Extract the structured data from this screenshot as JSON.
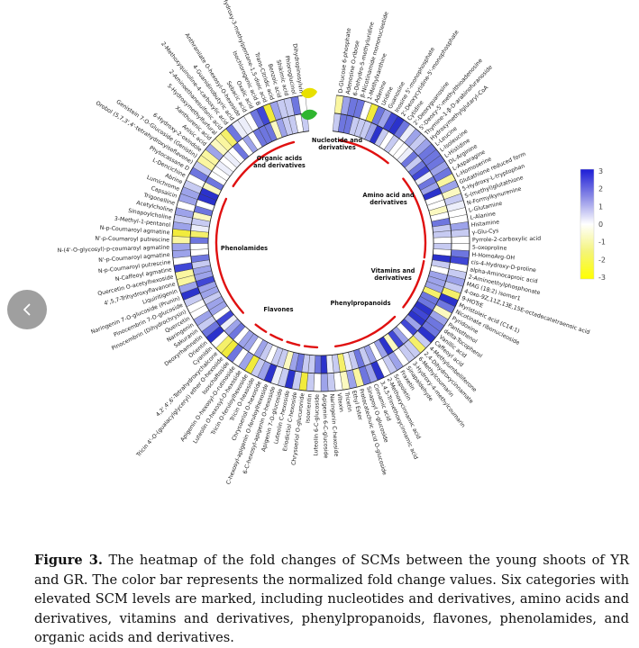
{
  "caption": {
    "label": "Figure 3.",
    "text": " The heatmap of the fold changes of SCMs between the young shoots of YR and GR. The color bar represents the normalized fold change values. Six categories with elevated SCM levels are marked, including nucleotides and derivatives, amino acids and derivatives, vitamins and derivatives, phenylpropanoids, flavones, phenolamides, and organic acids and derivatives."
  },
  "colorbar": {
    "ticks": [
      "3",
      "2",
      "1",
      "0",
      "-1",
      "-2",
      "-3"
    ],
    "colors": [
      "#1c1cd6",
      "#8a8ae6",
      "#ffffff",
      "#f4f47a",
      "#ffff00"
    ]
  },
  "legend_icons": {
    "yellow_leaf": "#e8e000",
    "green_leaf": "#2fb52f"
  },
  "categories": [
    {
      "label_lines": [
        "Nucleotide and",
        "derivatives"
      ]
    },
    {
      "label_lines": [
        "Amino acid and",
        "derivatives"
      ]
    },
    {
      "label_lines": [
        "Vitamins and",
        "derivatives"
      ]
    },
    {
      "label_lines": [
        "Phenylpropanoids"
      ]
    },
    {
      "label_lines": [
        "Flavones"
      ]
    },
    {
      "label_lines": [
        "Phenolamides"
      ]
    },
    {
      "label_lines": [
        "Organic acids",
        "and derivatives"
      ]
    }
  ],
  "metabolites": [
    "D-Glucose 6-phosphate",
    "Adenosine O-ribose",
    "6-Dehydro-5-methyluridine",
    "β-Nicotinamide mononucleotide",
    "1-Methylxanthine",
    "Adenine",
    "Uridine",
    "Guanosine",
    "Inosine 5'-monophosphate",
    "2'-Deoxycytidine-5'-monophosphate",
    "Cytidine",
    "2'-Deoxyguanosine",
    "5'-Deoxy-5'-methylthioadenosine",
    "Thymine-1-β-D-arabinofuranoside",
    "Hydroxymethylglutaryl-CoA",
    "L-Leucine",
    "L-Isoleucine",
    "L-Histidine",
    "DL-Arginine",
    "L-Asparagine",
    "L-Homoserine",
    "Glutathione reduced form",
    "5-Hydroxy-L-tryptophan",
    "S-(methyl)glutathione",
    "N-Formylkynurenine",
    "L-Glutamine",
    "L-Alanine",
    "Histamine",
    "γ-Glu-Cys",
    "Pyrrole-2-carboxylic acid",
    "5-oxoproline",
    "H-HomoArg-OH",
    "cis-4-Hydroxy-D-proline",
    "alpha-Aminocaproic acid",
    "2-Aminoethylphosphonate",
    "MAG (18:2) isomer1",
    "4-oxo-9Z,11Z,13E,15E-octadecatetraenoic acid",
    "9-HOTrE",
    "Myristoleic acid (C14:1)",
    "Nicotinate ribonucleoside",
    "Pyridoxine",
    "Pantothenol",
    "delta-Tocopherol",
    "Vanillic acid",
    "Caffeoyl acid",
    "4-Methylumbelliferone",
    "2,4-Dihydroxycinnamate",
    "6-Methylcoumarin",
    "3-Hydroxy-4-methylcoumarin",
    "Sinapaldehyde",
    "Fraxetin",
    "Scopoletin",
    "2-Methoxycinnamic acid",
    "3,4,5-Trimethoxycinnamic acid",
    "Cinnamic acid",
    "Sinapoyl O-glucoside",
    "Protocatechuic acid O-glucoside",
    "Ethyl Ester",
    "Tricetin",
    "Vitexin",
    "Naringenin C-hexoside",
    "Apigenin 6-C-glucoside",
    "Luteolin 6-C-glucoside",
    "Isoorientin",
    "Chrysoeriol O-glucuronide",
    "Eriodictiol C-hexoside",
    "Luteolin C-hexoside",
    "Apigenin 7-O-glucoside",
    "6-C-hexosyl-apigenin O-hexoside",
    "C-hexosyl-apigenin O-feruloylhexoside",
    "Chrysoeriol O-hexoside",
    "Tricin O-hexoside",
    "Tricin O-feruloylhexoside",
    "Luteolin O-hexosyl-O-hexoside",
    "Apigenin O-hexosyl-O-rutinoside",
    "Isoschaftoside",
    "Tricin 4'-O-(guaiacylglyceryl) ether O-hexoside",
    "4,2',4',6'-Tetrahydroxychalcone",
    "Cyanidin",
    "Orientin",
    "Deoxyrhamnetin",
    "Sakuranin",
    "Naringenin",
    "Quercetin",
    "Pinocembrin (Dihydrochrysin)",
    "Pinocembrin 7-O-glucoside",
    "Naringenin 7-O-glucoside (Prunin)",
    "Liquiritigenin",
    "4',5,7-Trihydroxyflavanone",
    "Quercetin O-acetylhexoside",
    "N-Caffeoyl agmatine",
    "N-p-Coumaroyl putrescine",
    "N'-p-Coumaroyl agmatine",
    "N-(4'-O-glycosyl)-p-coumaroyl agmatine",
    "N'-p-Coumaroyl putrescine",
    "N-p-Coumaroyl agmatine",
    "3-Methyl-1-pentanol",
    "Sinapoylcholine",
    "Acetylcholine",
    "Trigonelline",
    "Capsaicin",
    "Lumichrome",
    "Abrine",
    "L-Dencichine",
    "Phytocassane D",
    "Orobol (5,7,3',4'-tetrahydroxyisoflavone)",
    "Genistein 7-O-Glucoside (Genistin)",
    "6-Hydroxy-2-oxindole",
    "Anisic acid",
    "Xanthurenic acid",
    "5-Hydroxymethylfurfural",
    "2-Aminoethanesulfonic acid",
    "2-Methoxyquinoline-4-carboxylic acid",
    "4-Guanidinobutyric acid",
    "Anthranilate O-hexosyl-O-hexoside",
    "Sebacic acid",
    "Oxalic acid",
    "Isochlorogenic acid B",
    "3-Hydroxy-3-methylpentane-1,5-dioic acid",
    "Trans-Citridic acid",
    "Benzoic acid",
    "Shikimic acid",
    "Phloroglucinol",
    "Dihydropinosylvin"
  ]
}
